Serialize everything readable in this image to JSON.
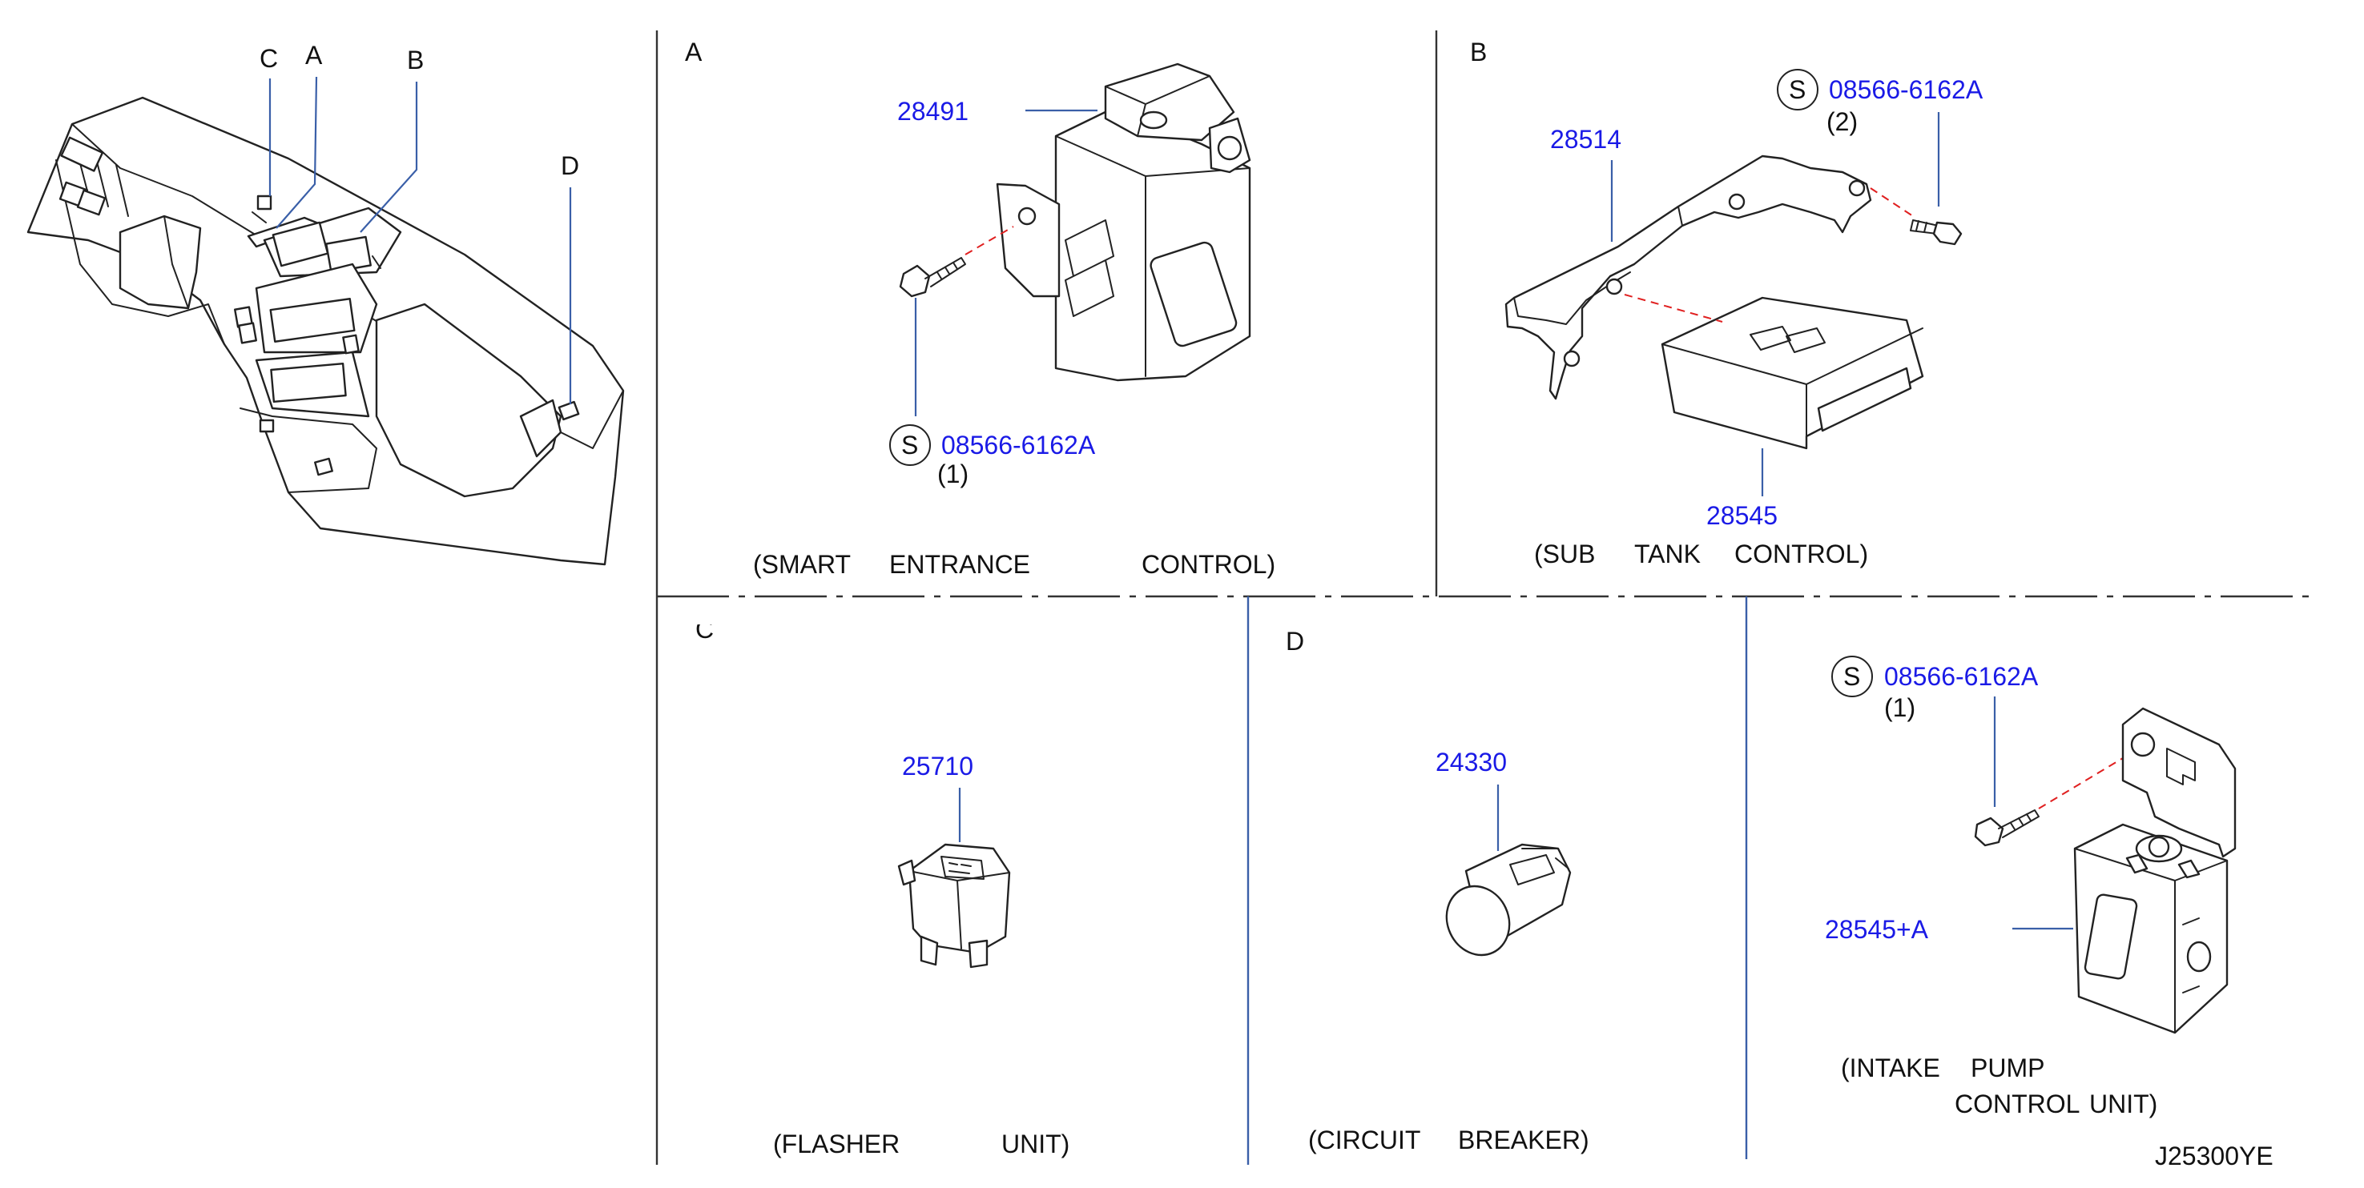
{
  "overview": {
    "labels": {
      "c": "C",
      "a": "A",
      "b": "B",
      "d": "D"
    }
  },
  "panel_a": {
    "letter": "A",
    "part_number": "28491",
    "screw_symbol": "S",
    "screw_part": "08566-6162A",
    "screw_qty": "(1)",
    "caption_1": "(SMART",
    "caption_2": "ENTRANCE",
    "caption_3": "CONTROL)"
  },
  "panel_b": {
    "letter": "B",
    "screw_symbol": "S",
    "screw_part": "08566-6162A",
    "screw_qty": "(2)",
    "bracket_part": "28514",
    "unit_part": "28545",
    "caption_1": "(SUB",
    "caption_2": "TANK",
    "caption_3": "CONTROL)"
  },
  "panel_c": {
    "letter": "C",
    "part_number": "25710",
    "caption_1": "(FLASHER",
    "caption_2": "UNIT)"
  },
  "panel_d": {
    "letter": "D",
    "part_number": "24330",
    "caption_1": "(CIRCUIT",
    "caption_2": "BREAKER)"
  },
  "panel_e": {
    "screw_symbol": "S",
    "screw_part": "08566-6162A",
    "screw_qty": "(1)",
    "unit_part": "28545+A",
    "caption_1": "(INTAKE",
    "caption_2": "PUMP",
    "caption_3": "CONTROL",
    "caption_4": "UNIT)"
  },
  "diagram_code": "J25300YE",
  "colors": {
    "part_number": "#1a1ae6",
    "leader_line": "#3a5fa8",
    "dashed_line": "#e02020",
    "outline": "#222222"
  }
}
